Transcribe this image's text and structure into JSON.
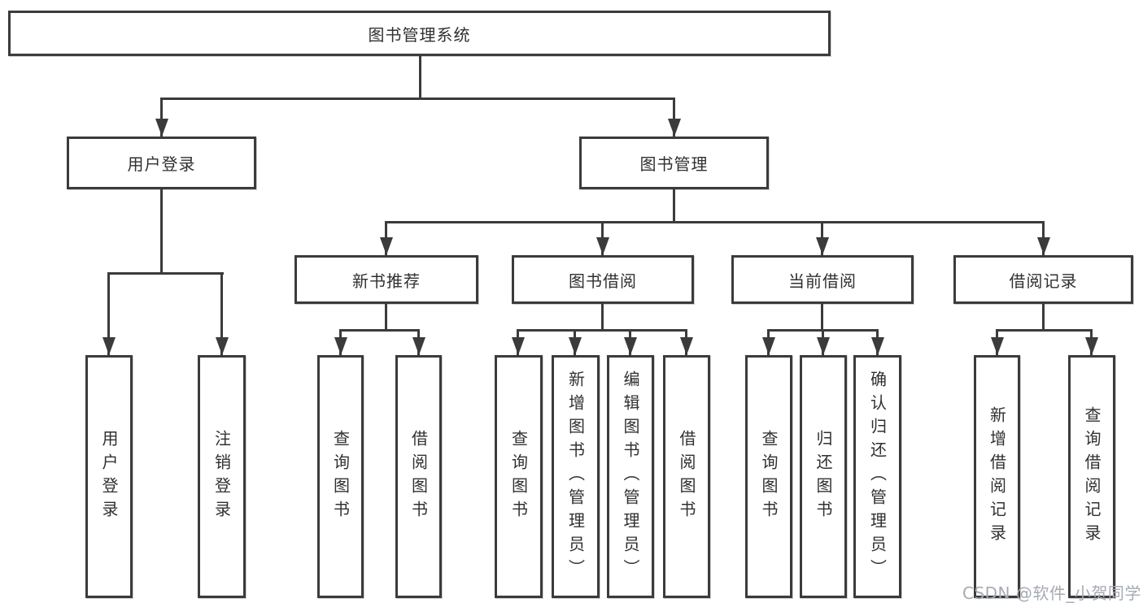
{
  "diagram": {
    "root": {
      "label": "图书管理系统"
    },
    "level2": [
      {
        "label": "用户登录"
      },
      {
        "label": "图书管理"
      }
    ],
    "level3": [
      {
        "label": "新书推荐",
        "parent": "图书管理"
      },
      {
        "label": "图书借阅",
        "parent": "图书管理"
      },
      {
        "label": "当前借阅",
        "parent": "图书管理"
      },
      {
        "label": "借阅记录",
        "parent": "图书管理"
      }
    ],
    "leaves": [
      {
        "label": "用户登录",
        "parent": "用户登录"
      },
      {
        "label": "注销登录",
        "parent": "用户登录"
      },
      {
        "label": "查询图书",
        "parent": "新书推荐"
      },
      {
        "label": "借阅图书",
        "parent": "新书推荐"
      },
      {
        "label": "查询图书",
        "parent": "图书借阅"
      },
      {
        "label": "新增图书（管理员）",
        "parent": "图书借阅"
      },
      {
        "label": "编辑图书（管理员）",
        "parent": "图书借阅"
      },
      {
        "label": "借阅图书",
        "parent": "图书借阅"
      },
      {
        "label": "查询图书",
        "parent": "当前借阅"
      },
      {
        "label": "归还图书",
        "parent": "当前借阅"
      },
      {
        "label": "确认归还（管理员）",
        "parent": "当前借阅"
      },
      {
        "label": "新增借阅记录",
        "parent": "借阅记录"
      },
      {
        "label": "查询借阅记录",
        "parent": "借阅记录"
      }
    ],
    "colors": {
      "line": "#3b3b3b",
      "text": "#303030",
      "box_background": "#ffffff"
    }
  },
  "watermark": {
    "text": "CSDN @软件_小贺同学",
    "color": "#a6aab2"
  }
}
